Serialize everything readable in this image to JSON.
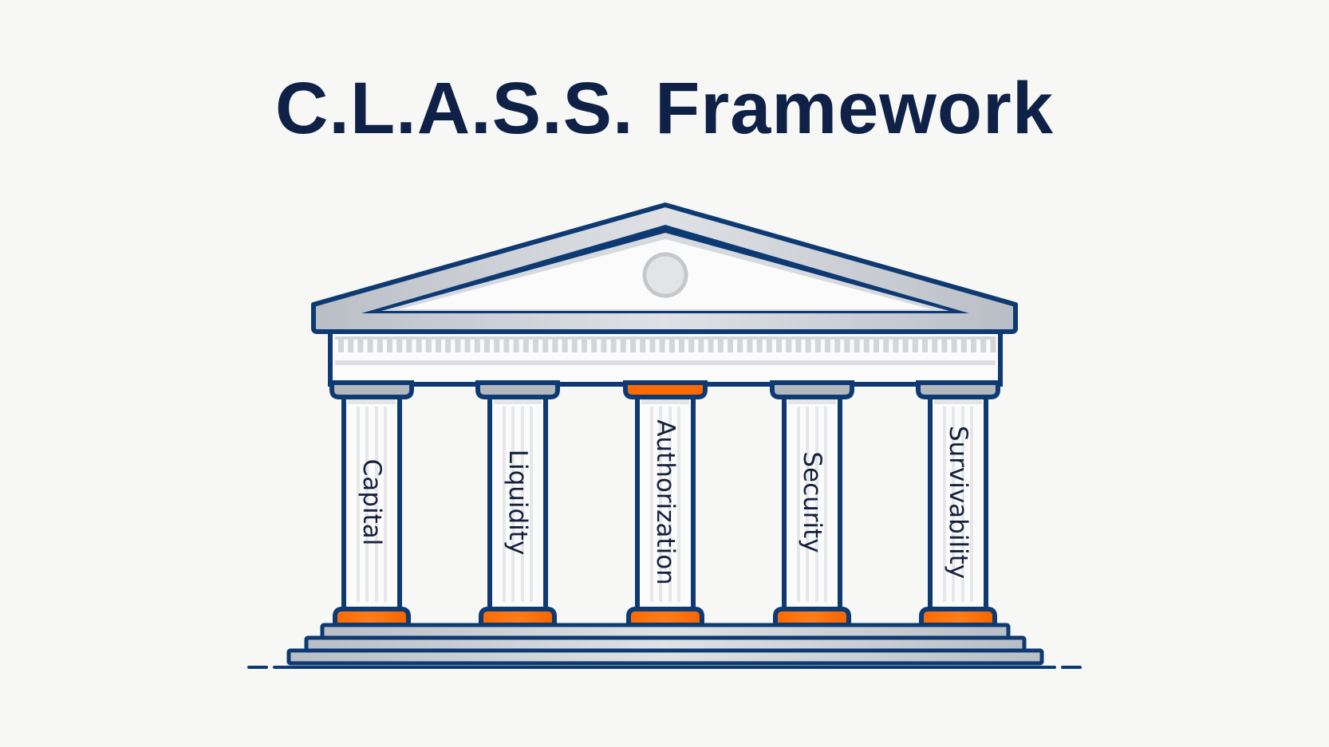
{
  "title": "C.L.A.S.S. Framework",
  "pillars": [
    {
      "label": "Capital",
      "top_cap": "gray"
    },
    {
      "label": "Liquidity",
      "top_cap": "gray"
    },
    {
      "label": "Authorization",
      "top_cap": "orange"
    },
    {
      "label": "Security",
      "top_cap": "gray"
    },
    {
      "label": "Survivability",
      "top_cap": "gray"
    }
  ],
  "colors": {
    "outline": "#0d3a73",
    "stone": "#c4c8ce",
    "accent": "#ff6a00",
    "title": "#0f2147",
    "background": "#f7f7f5"
  }
}
